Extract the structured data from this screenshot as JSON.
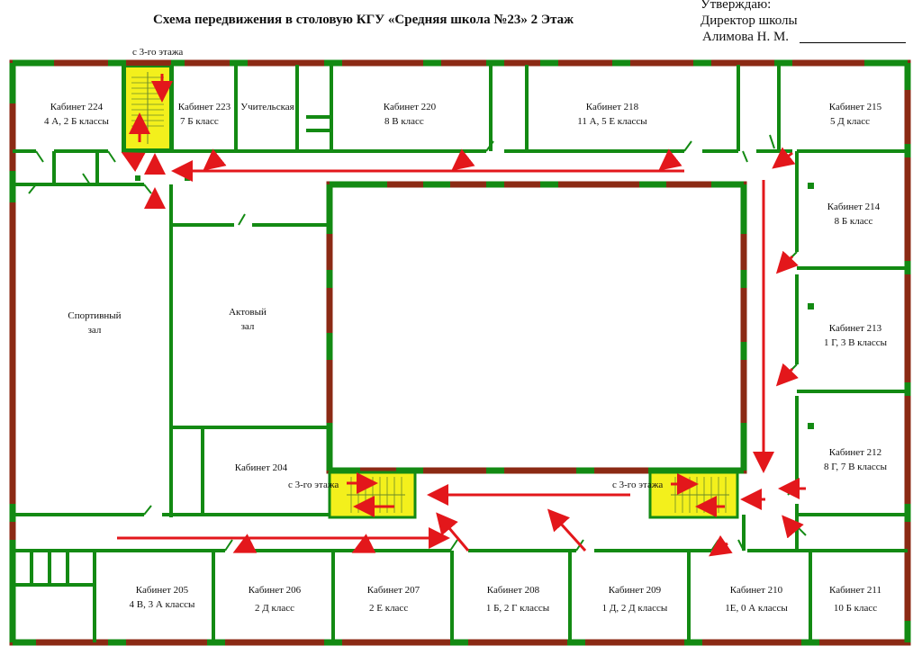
{
  "header": {
    "title": "Схема передвижения в столовую КГУ «Средняя школа №23» 2 Этаж",
    "approve_line1": "Утверждаю:",
    "approve_line2": "Директор школы",
    "approve_line3": "Алимова Н. М."
  },
  "stair_labels": {
    "top": "с 3-го этажа",
    "middle": "с 3-го этажа",
    "right": "с 3-го этажа"
  },
  "rooms": {
    "r224": {
      "name": "Кабинет 224",
      "classes": "4 А, 2 Б классы"
    },
    "r223": {
      "name": "Кабинет 223",
      "classes": "7 Б класс"
    },
    "teachers": {
      "name": "Учительская"
    },
    "r220": {
      "name": "Кабинет 220",
      "classes": "8 В класс"
    },
    "r218": {
      "name": "Кабинет 218",
      "classes": "11 А, 5 Е классы"
    },
    "r215": {
      "name": "Кабинет 215",
      "classes": "5 Д класс"
    },
    "r214": {
      "name": "Кабинет 214",
      "classes": "8 Б класс"
    },
    "r213": {
      "name": "Кабинет 213",
      "classes": "1 Г, 3 В классы"
    },
    "r212": {
      "name": "Кабинет 212",
      "classes": "8 Г, 7 В классы"
    },
    "gym": {
      "name": "Спортивный",
      "name2": "зал"
    },
    "hall": {
      "name": "Актовый",
      "name2": "зал"
    },
    "r204": {
      "name": "Кабинет 204"
    },
    "r205": {
      "name": "Кабинет 205",
      "classes": "4 В, 3 А классы"
    },
    "r206": {
      "name": "Кабинет 206",
      "classes": "2 Д класс"
    },
    "r207": {
      "name": "Кабинет 207",
      "classes": "2 Е класс"
    },
    "r208": {
      "name": "Кабинет 208",
      "classes": "1 Б, 2 Г классы"
    },
    "r209": {
      "name": "Кабинет 209",
      "classes": "1 Д, 2 Д классы"
    },
    "r210": {
      "name": "Кабинет 210",
      "classes": "1Е, 0 А классы"
    },
    "r211": {
      "name": "Кабинет 211",
      "classes": "10 Б класс"
    }
  },
  "colors": {
    "wall_green": "#138a13",
    "wall_brown": "#8b2a14",
    "arrow_red": "#e3171b",
    "stair_yellow": "#f3f01c"
  }
}
